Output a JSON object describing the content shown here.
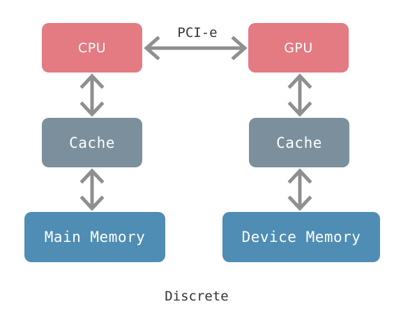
{
  "diagram": {
    "caption": "Discrete",
    "link_label": "PCI-e",
    "host": {
      "processor": "CPU",
      "cache": "Cache",
      "memory": "Main Memory"
    },
    "device": {
      "processor": "GPU",
      "cache": "Cache",
      "memory": "Device Memory"
    },
    "colors": {
      "processor": "#e47a82",
      "cache": "#7b909c",
      "memory": "#4f8db4",
      "arrow": "#8f8f8f",
      "label_text": "#333333"
    }
  }
}
